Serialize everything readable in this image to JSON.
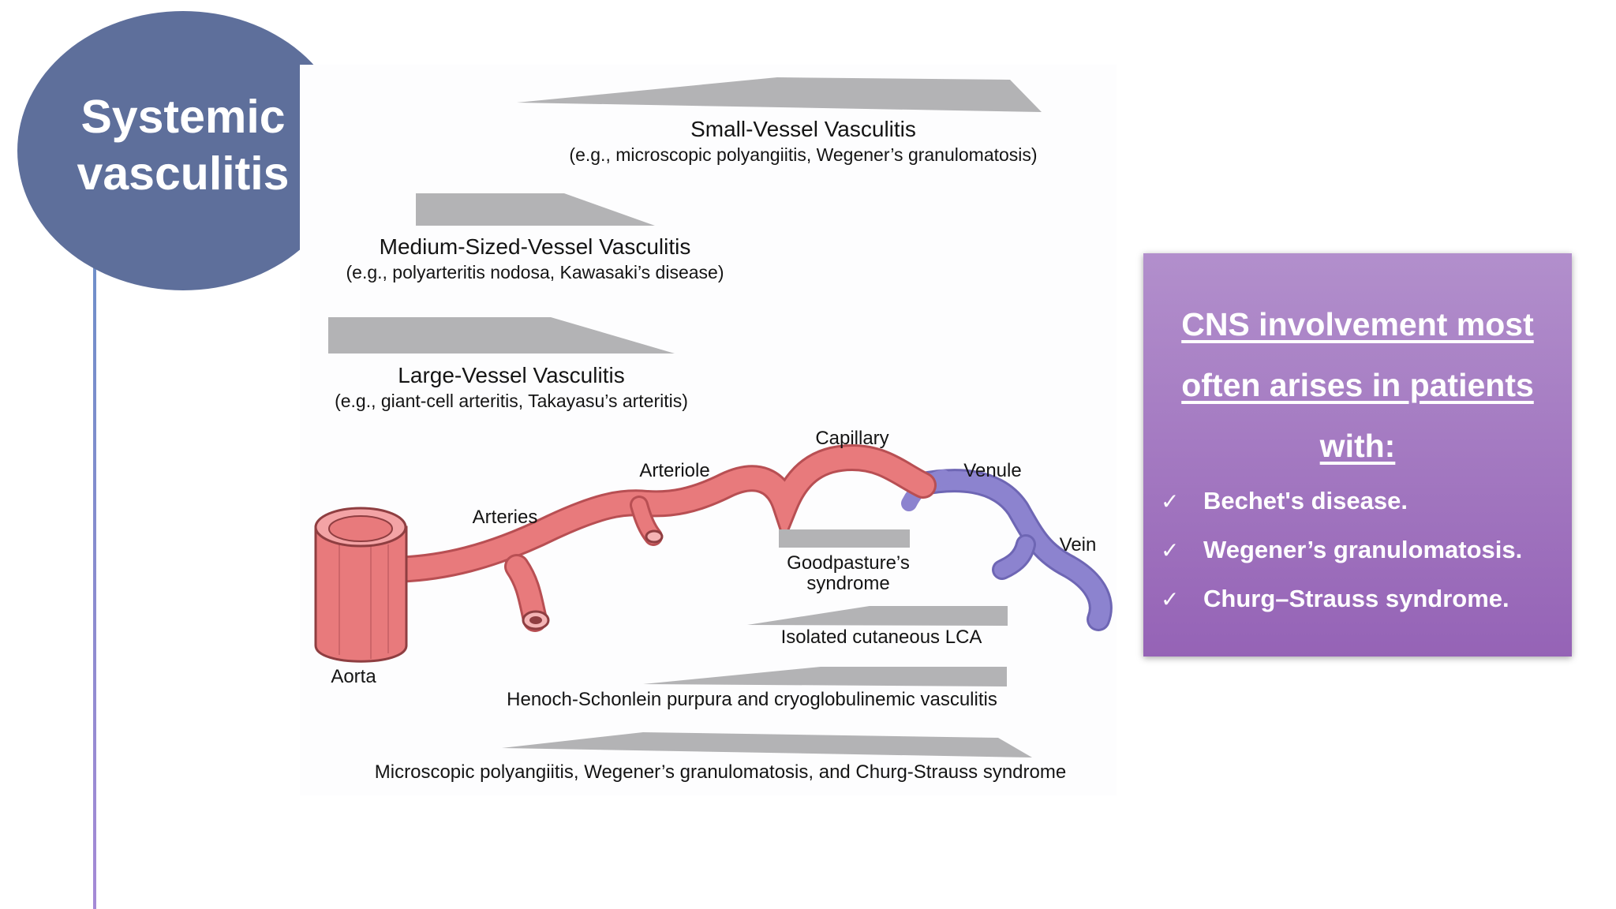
{
  "title": "Systemic vasculitis",
  "diagram": {
    "categories": [
      {
        "id": "small",
        "title": "Small-Vessel Vasculitis",
        "examples": "(e.g., microscopic polyangiitis, Wegener’s granulomatosis)"
      },
      {
        "id": "medium",
        "title": "Medium-Sized-Vessel Vasculitis",
        "examples": "(e.g., polyarteritis nodosa, Kawasaki’s disease)"
      },
      {
        "id": "large",
        "title": "Large-Vessel Vasculitis",
        "examples": "(e.g., giant-cell arteritis, Takayasu’s arteritis)"
      }
    ],
    "vessels": {
      "aorta": "Aorta",
      "arteries": "Arteries",
      "arteriole": "Arteriole",
      "capillary": "Capillary",
      "venule": "Venule",
      "vein": "Vein"
    },
    "ranges": {
      "goodpasture_line1": "Goodpasture’s",
      "goodpasture_line2": "syndrome",
      "isolated_cutaneous": "Isolated cutaneous LCA",
      "henoch_schonlein": "Henoch-Schonlein purpura and cryoglobulinemic vasculitis",
      "microscopic_polyangiitis": "Microscopic polyangiitis, Wegener’s granulomatosis, and Churg-Strauss syndrome"
    },
    "colors": {
      "artery": "#e87a7c",
      "vein": "#8c83cf",
      "bar": "#b3b3b5"
    }
  },
  "callout": {
    "heading": "CNS involvement most often arises in patients with:",
    "items": [
      "Bechet's disease.",
      "Wegener’s granulomatosis.",
      "Churg–Strauss syndrome."
    ],
    "check_icon": "check-icon"
  },
  "colors": {
    "title_oval": "#5e6f9b",
    "callout_top": "#b28fcc",
    "callout_bottom": "#9563b6"
  }
}
